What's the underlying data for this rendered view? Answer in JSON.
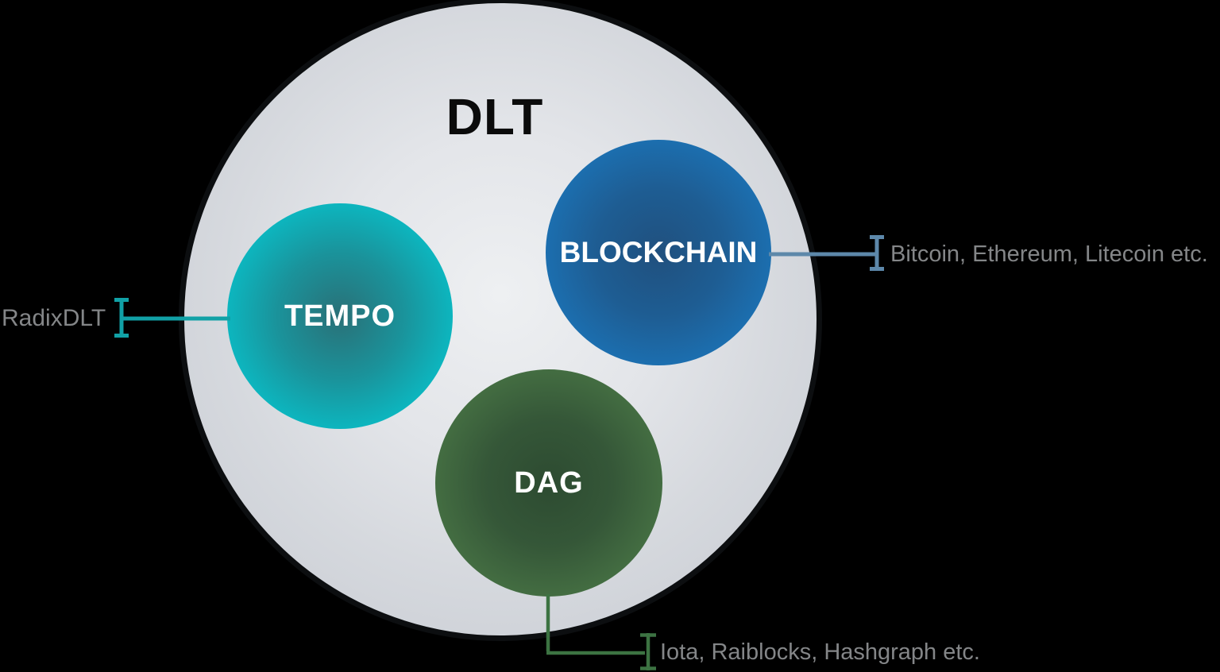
{
  "diagram": {
    "title": "DLT",
    "background_color": "#000000",
    "outer_circle": {
      "label": "DLT",
      "fill_light": "#eef0f2",
      "fill_dark": "#c5c9d1",
      "outline_color": "#0c0e10"
    },
    "nodes": {
      "tempo": {
        "label": "TEMPO",
        "center_color": "#2a7077",
        "edge_color": "#06c5cf",
        "text_color": "#ffffff"
      },
      "blockchain": {
        "label": "BLOCKCHAIN",
        "center_color": "#20507e",
        "edge_color": "#1a7cc2",
        "text_color": "#ffffff"
      },
      "dag": {
        "label": "DAG",
        "center_color": "#2d4b31",
        "edge_color": "#52804e",
        "text_color": "#ffffff"
      }
    },
    "annotations": {
      "tempo": {
        "text": "RadixDLT",
        "side": "left",
        "connector_color": "#11a1a6"
      },
      "blockchain": {
        "text": "Bitcoin, Ethereum, Litecoin etc.",
        "side": "right",
        "connector_color": "#5d88aa"
      },
      "dag": {
        "text": "Iota, Raiblocks, Hashgraph etc.",
        "side": "bottom",
        "connector_color": "#3c7342"
      }
    },
    "annotation_text_color": "#848688"
  }
}
